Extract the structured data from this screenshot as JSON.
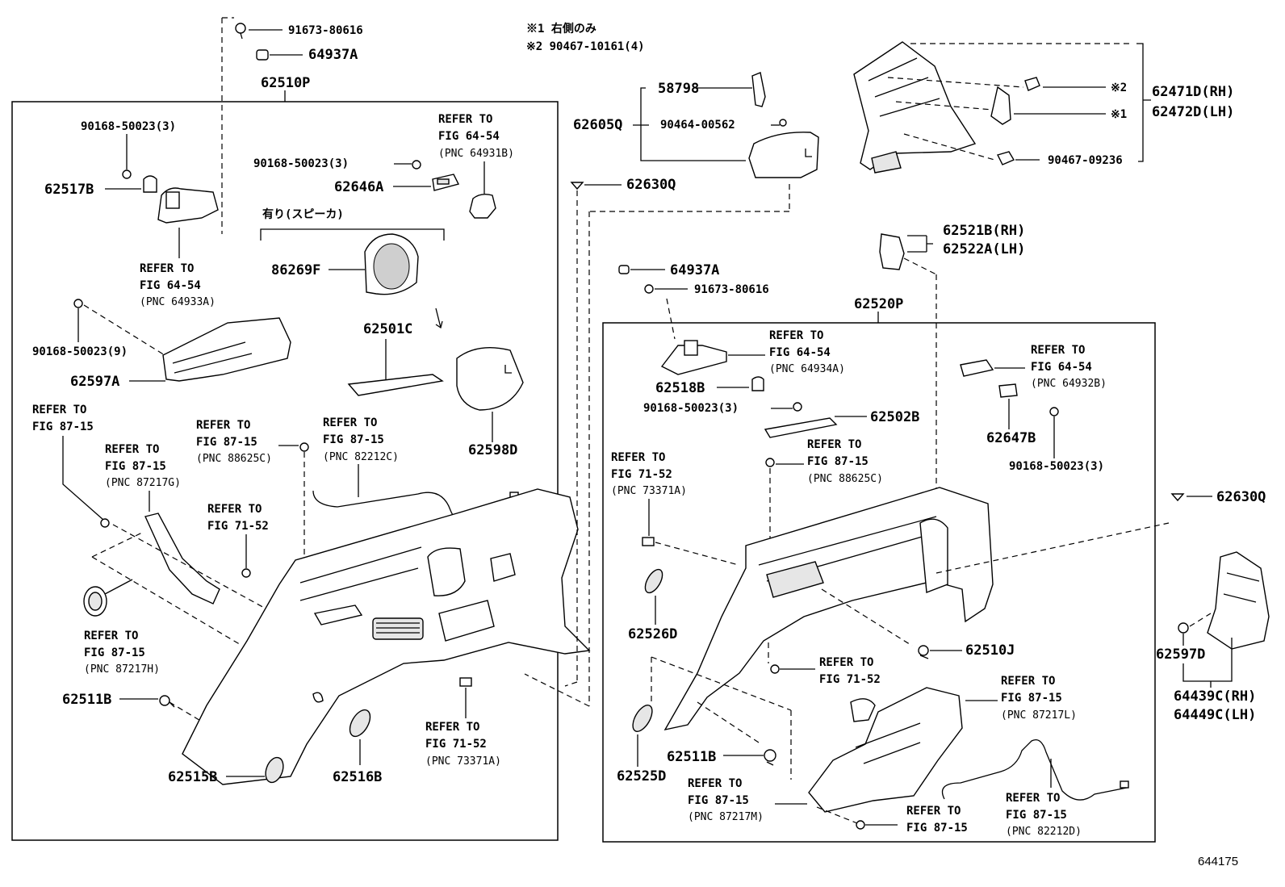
{
  "notes": {
    "note1": "※1 右側のみ",
    "note2": "※2 90467-10161(4)",
    "speaker_bracket": "有り(スピーカ)",
    "marker1": "※1",
    "marker2": "※2"
  },
  "box_titles": {
    "left": "62510P",
    "right": "62520P"
  },
  "parts": {
    "p91673_top": "91673-80616",
    "p64937A_top": "64937A",
    "p90168_3_a": "90168-50023(3)",
    "p62517B": "62517B",
    "p90168_3_b": "90168-50023(3)",
    "p62646A": "62646A",
    "p86269F": "86269F",
    "p62501C": "62501C",
    "p90168_9": "90168-50023(9)",
    "p62597A": "62597A",
    "p62598D": "62598D",
    "p62511B_l": "62511B",
    "p62515B": "62515B",
    "p62516B": "62516B",
    "p58798": "58798",
    "p62605Q": "62605Q",
    "p90464": "90464-00562",
    "p62630Q_a": "62630Q",
    "p64937A_r": "64937A",
    "p91673_r": "91673-80616",
    "p62518B": "62518B",
    "p90168_3_c": "90168-50023(3)",
    "p62502B": "62502B",
    "p62647B": "62647B",
    "p90168_3_d": "90168-50023(3)",
    "p62526D": "62526D",
    "p62510J": "62510J",
    "p62525D": "62525D",
    "p62511B_r": "62511B",
    "p62471D": "62471D(RH)",
    "p62472D": "62472D(LH)",
    "p90467": "90467-09236",
    "p62521B": "62521B(RH)",
    "p62522A": "62522A(LH)",
    "p62630Q_b": "62630Q",
    "p62597D": "62597D",
    "p64439C": "64439C(RH)",
    "p64449C": "64449C(LH)"
  },
  "refs": {
    "r1": [
      "REFER TO",
      "FIG 64-54",
      "(PNC 64931B)"
    ],
    "r2": [
      "REFER TO",
      "FIG 64-54",
      "(PNC 64933A)"
    ],
    "r3": [
      "REFER TO",
      "FIG 87-15"
    ],
    "r4": [
      "REFER TO",
      "FIG 87-15",
      "(PNC 88625C)"
    ],
    "r5": [
      "REFER TO",
      "FIG 87-15",
      "(PNC 82212C)"
    ],
    "r6": [
      "REFER TO",
      "FIG 87-15",
      "(PNC 87217G)"
    ],
    "r7": [
      "REFER TO",
      "FIG 71-52"
    ],
    "r8": [
      "REFER TO",
      "FIG 87-15",
      "(PNC 87217H)"
    ],
    "r9": [
      "REFER TO",
      "FIG 71-52",
      "(PNC 73371A)"
    ],
    "r10": [
      "REFER TO",
      "FIG 64-54",
      "(PNC 64934A)"
    ],
    "r11": [
      "REFER TO",
      "FIG 64-54",
      "(PNC 64932B)"
    ],
    "r12": [
      "REFER TO",
      "FIG 71-52",
      "(PNC 73371A)"
    ],
    "r13": [
      "REFER TO",
      "FIG 87-15",
      "(PNC 88625C)"
    ],
    "r14": [
      "REFER TO",
      "FIG 71-52"
    ],
    "r15": [
      "REFER TO",
      "FIG 87-15",
      "(PNC 87217L)"
    ],
    "r16": [
      "REFER TO",
      "FIG 87-15",
      "(PNC 87217M)"
    ],
    "r17": [
      "REFER TO",
      "FIG 87-15"
    ],
    "r18": [
      "REFER TO",
      "FIG 87-15",
      "(PNC 82212D)"
    ]
  },
  "figure_id": "644175"
}
